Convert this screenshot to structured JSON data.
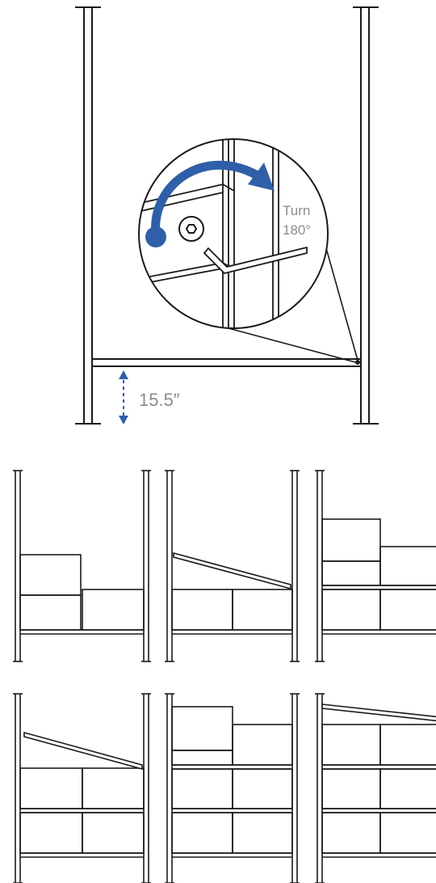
{
  "callout": {
    "action_line1": "Turn",
    "action_line2": "180°"
  },
  "measurement": {
    "height_label": "15.5″"
  },
  "colors": {
    "line": "#1a1a1a",
    "accent_blue": "#2f5fa8",
    "label_gray": "#8a8c8f",
    "background": "#ffffff"
  },
  "icons": {
    "rotation": "curved-arrow-icon",
    "fastener": "hex-bolt-icon",
    "tool": "allen-key-icon",
    "dimension": "vertical-dashed-double-arrow-icon"
  },
  "steps": [
    {
      "index": 1,
      "variant": "two-stacked-boxes"
    },
    {
      "index": 2,
      "variant": "tilted-shelf-insert"
    },
    {
      "index": 3,
      "variant": "two-tier-boxes"
    },
    {
      "index": 4,
      "variant": "tilted-shelf-insert"
    },
    {
      "index": 5,
      "variant": "three-tier-boxes"
    },
    {
      "index": 6,
      "variant": "tilted-top-shelf"
    }
  ]
}
